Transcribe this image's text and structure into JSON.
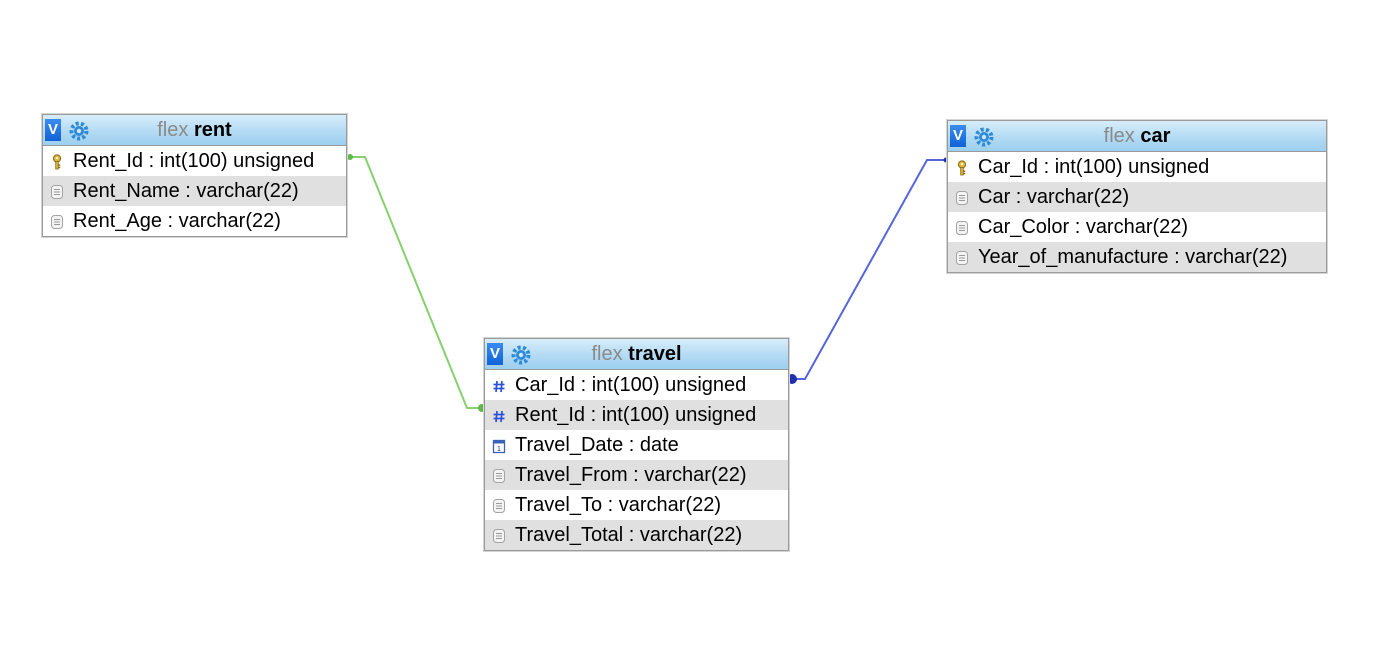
{
  "colors": {
    "rent_relation": "#86d06f",
    "car_relation": "#5566dd",
    "header_gradient_top": "#d8edfa",
    "header_gradient_bottom": "#9ccfef",
    "alt_row": "#e0e0e0"
  },
  "tables": {
    "rent": {
      "toggle": "V",
      "db": "flex",
      "name": "rent",
      "fields": [
        {
          "text": "Rent_Id : int(100) unsigned",
          "icon": "key-icon"
        },
        {
          "text": "Rent_Name : varchar(22)",
          "icon": "text-field-icon"
        },
        {
          "text": "Rent_Age : varchar(22)",
          "icon": "text-field-icon"
        }
      ]
    },
    "travel": {
      "toggle": "V",
      "db": "flex",
      "name": "travel",
      "fields": [
        {
          "text": "Car_Id : int(100) unsigned",
          "icon": "hash-icon"
        },
        {
          "text": "Rent_Id : int(100) unsigned",
          "icon": "hash-icon"
        },
        {
          "text": "Travel_Date : date",
          "icon": "calendar-icon"
        },
        {
          "text": "Travel_From : varchar(22)",
          "icon": "text-field-icon"
        },
        {
          "text": "Travel_To : varchar(22)",
          "icon": "text-field-icon"
        },
        {
          "text": "Travel_Total : varchar(22)",
          "icon": "text-field-icon"
        }
      ]
    },
    "car": {
      "toggle": "V",
      "db": "flex",
      "name": "car",
      "fields": [
        {
          "text": "Car_Id : int(100) unsigned",
          "icon": "key-icon"
        },
        {
          "text": "Car : varchar(22)",
          "icon": "text-field-icon"
        },
        {
          "text": "Car_Color : varchar(22)",
          "icon": "text-field-icon"
        },
        {
          "text": "Year_of_manufacture : varchar(22)",
          "icon": "text-field-icon"
        }
      ]
    }
  }
}
